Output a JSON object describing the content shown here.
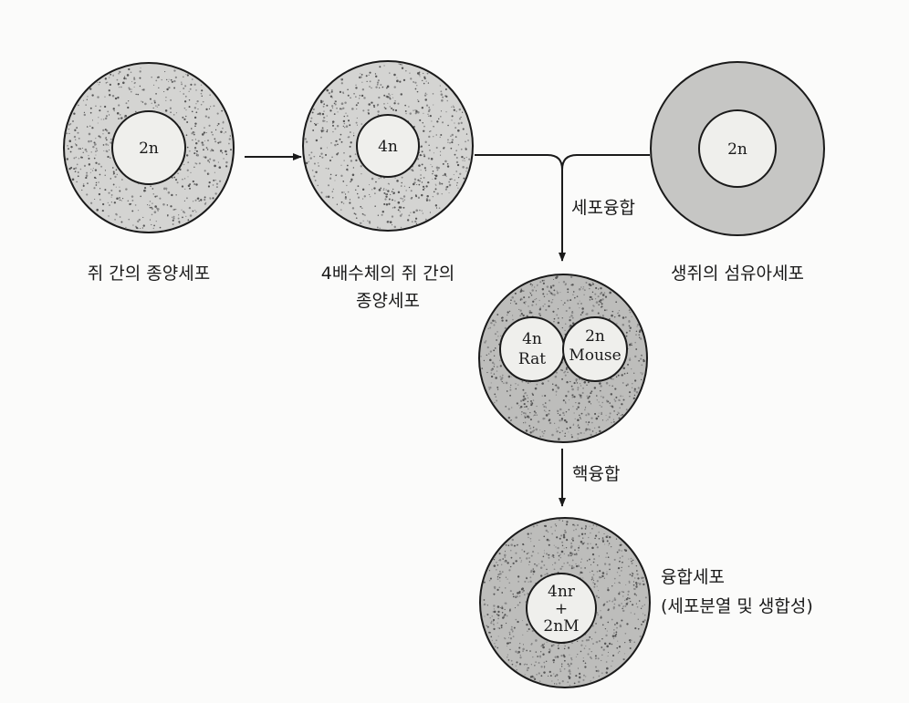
{
  "cells": {
    "rat_liver_tumor": {
      "nucleus": "2n",
      "label": "쥐 간의 종양세포"
    },
    "tetraploid_rat_tumor": {
      "nucleus": "4n",
      "label_line1": "4배수체의 쥐 간의",
      "label_line2": "종양세포"
    },
    "mouse_fibroblast": {
      "nucleus": "2n",
      "label": "생쥐의 섬유아세포"
    },
    "fused_cell": {
      "nucleus_rat_line1": "4n",
      "nucleus_rat_line2": "Rat",
      "nucleus_mouse_line1": "2n",
      "nucleus_mouse_line2": "Mouse"
    },
    "hybrid_cell": {
      "nucleus_line1": "4nr",
      "nucleus_line2": "+",
      "nucleus_line3": "2nM",
      "label_line1": "융합세포",
      "label_line2": "(세포분열 및 생합성)"
    }
  },
  "steps": {
    "cell_fusion": "세포융합",
    "nuclear_fusion": "핵융합"
  },
  "colors": {
    "cytoplasm": "#c9c9c9",
    "speckled": "#d2d2d2",
    "nucleus": "#efefec",
    "ink": "#1a1a1a"
  }
}
